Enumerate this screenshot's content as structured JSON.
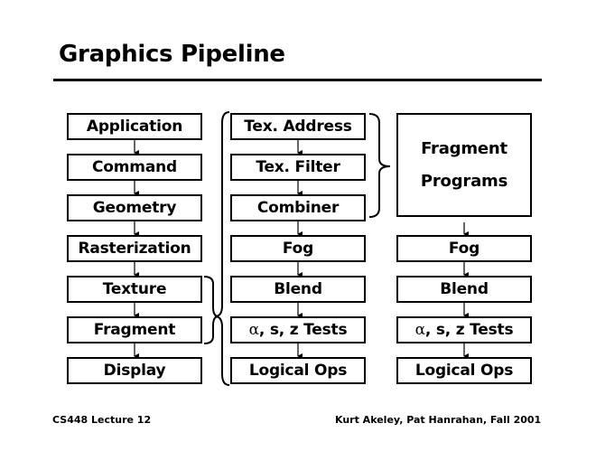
{
  "slide": {
    "title": "Graphics Pipeline",
    "footer_left": "CS448 Lecture 12",
    "footer_right": "Kurt Akeley, Pat Hanrahan, Fall 2001"
  },
  "columns": {
    "conventional": [
      "Application",
      "Command",
      "Geometry",
      "Rasterization",
      "Texture",
      "Fragment",
      "Display"
    ],
    "fixed_fragment": [
      "Tex. Address",
      "Tex. Filter",
      "Combiner",
      "Fog",
      "Blend",
      "α, s, z Tests",
      "Logical Ops"
    ],
    "programmable": {
      "program_box": [
        "Fragment",
        "Programs"
      ],
      "stages": [
        "Fog",
        "Blend",
        "α, s, z Tests",
        "Logical Ops"
      ]
    }
  },
  "annotations": {
    "brace_texture_fragment": "expands Texture + Fragment into column 2",
    "brace_texture_units": "Tex. Address, Tex. Filter, Combiner replaced by Fragment Programs"
  }
}
